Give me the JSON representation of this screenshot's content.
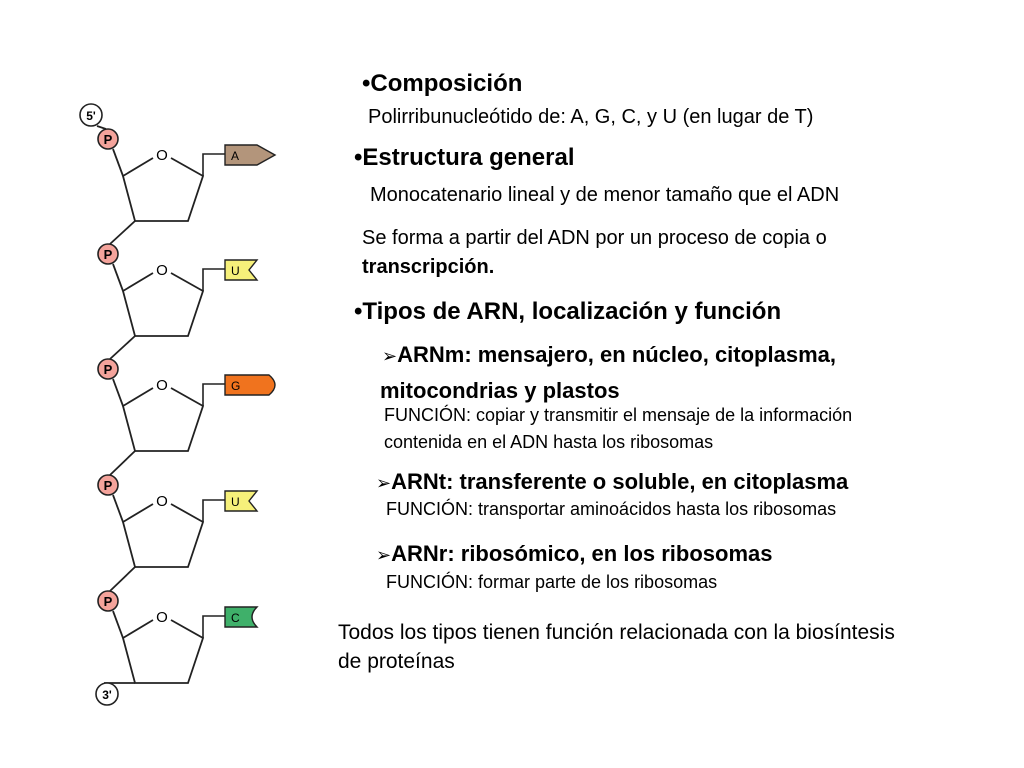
{
  "diagram": {
    "end_5": "5'",
    "end_3": "3'",
    "phosphate": "P",
    "ring_oxygen": "O",
    "nucleotides": [
      {
        "base": "A",
        "color": "#b3957b"
      },
      {
        "base": "U",
        "color": "#f6f07a"
      },
      {
        "base": "G",
        "color": "#f0731e"
      },
      {
        "base": "U",
        "color": "#f6f07a"
      },
      {
        "base": "C",
        "color": "#3fb06a"
      }
    ],
    "phosphate_color": "#f4a39b"
  },
  "text": {
    "composicion": {
      "bullet": "•",
      "title": "Composición",
      "body": "Polirribunucleótido de: A,  G,  C,  y  U (en lugar de T)"
    },
    "estructura": {
      "bullet": "•",
      "title": "Estructura general",
      "line1": "Monocatenario lineal y de menor tamaño que el ADN",
      "line2": "Se forma a partir del ADN por un proceso de copia o",
      "line3": "transcripción."
    },
    "tipos": {
      "bullet": "•",
      "title": "Tipos de ARN, localización y función",
      "arrow": "➢",
      "arnm_title_1": "ARNm: mensajero, en núcleo, citoplasma,",
      "arnm_title_2": "mitocondrias y plastos",
      "arnm_func_1": "FUNCIÓN: copiar y transmitir el mensaje de la información",
      "arnm_func_2": "contenida en el ADN hasta los ribosomas",
      "arnt_title": "ARNt: transferente o soluble, en citoplasma",
      "arnt_func": "FUNCIÓN: transportar aminoácidos hasta los ribosomas",
      "arnr_title": "ARNr: ribosómico, en los ribosomas",
      "arnr_func": "FUNCIÓN: formar parte de los ribosomas"
    },
    "conclusion_1": "Todos los tipos tienen función relacionada con la biosíntesis",
    "conclusion_2": "de proteínas"
  }
}
